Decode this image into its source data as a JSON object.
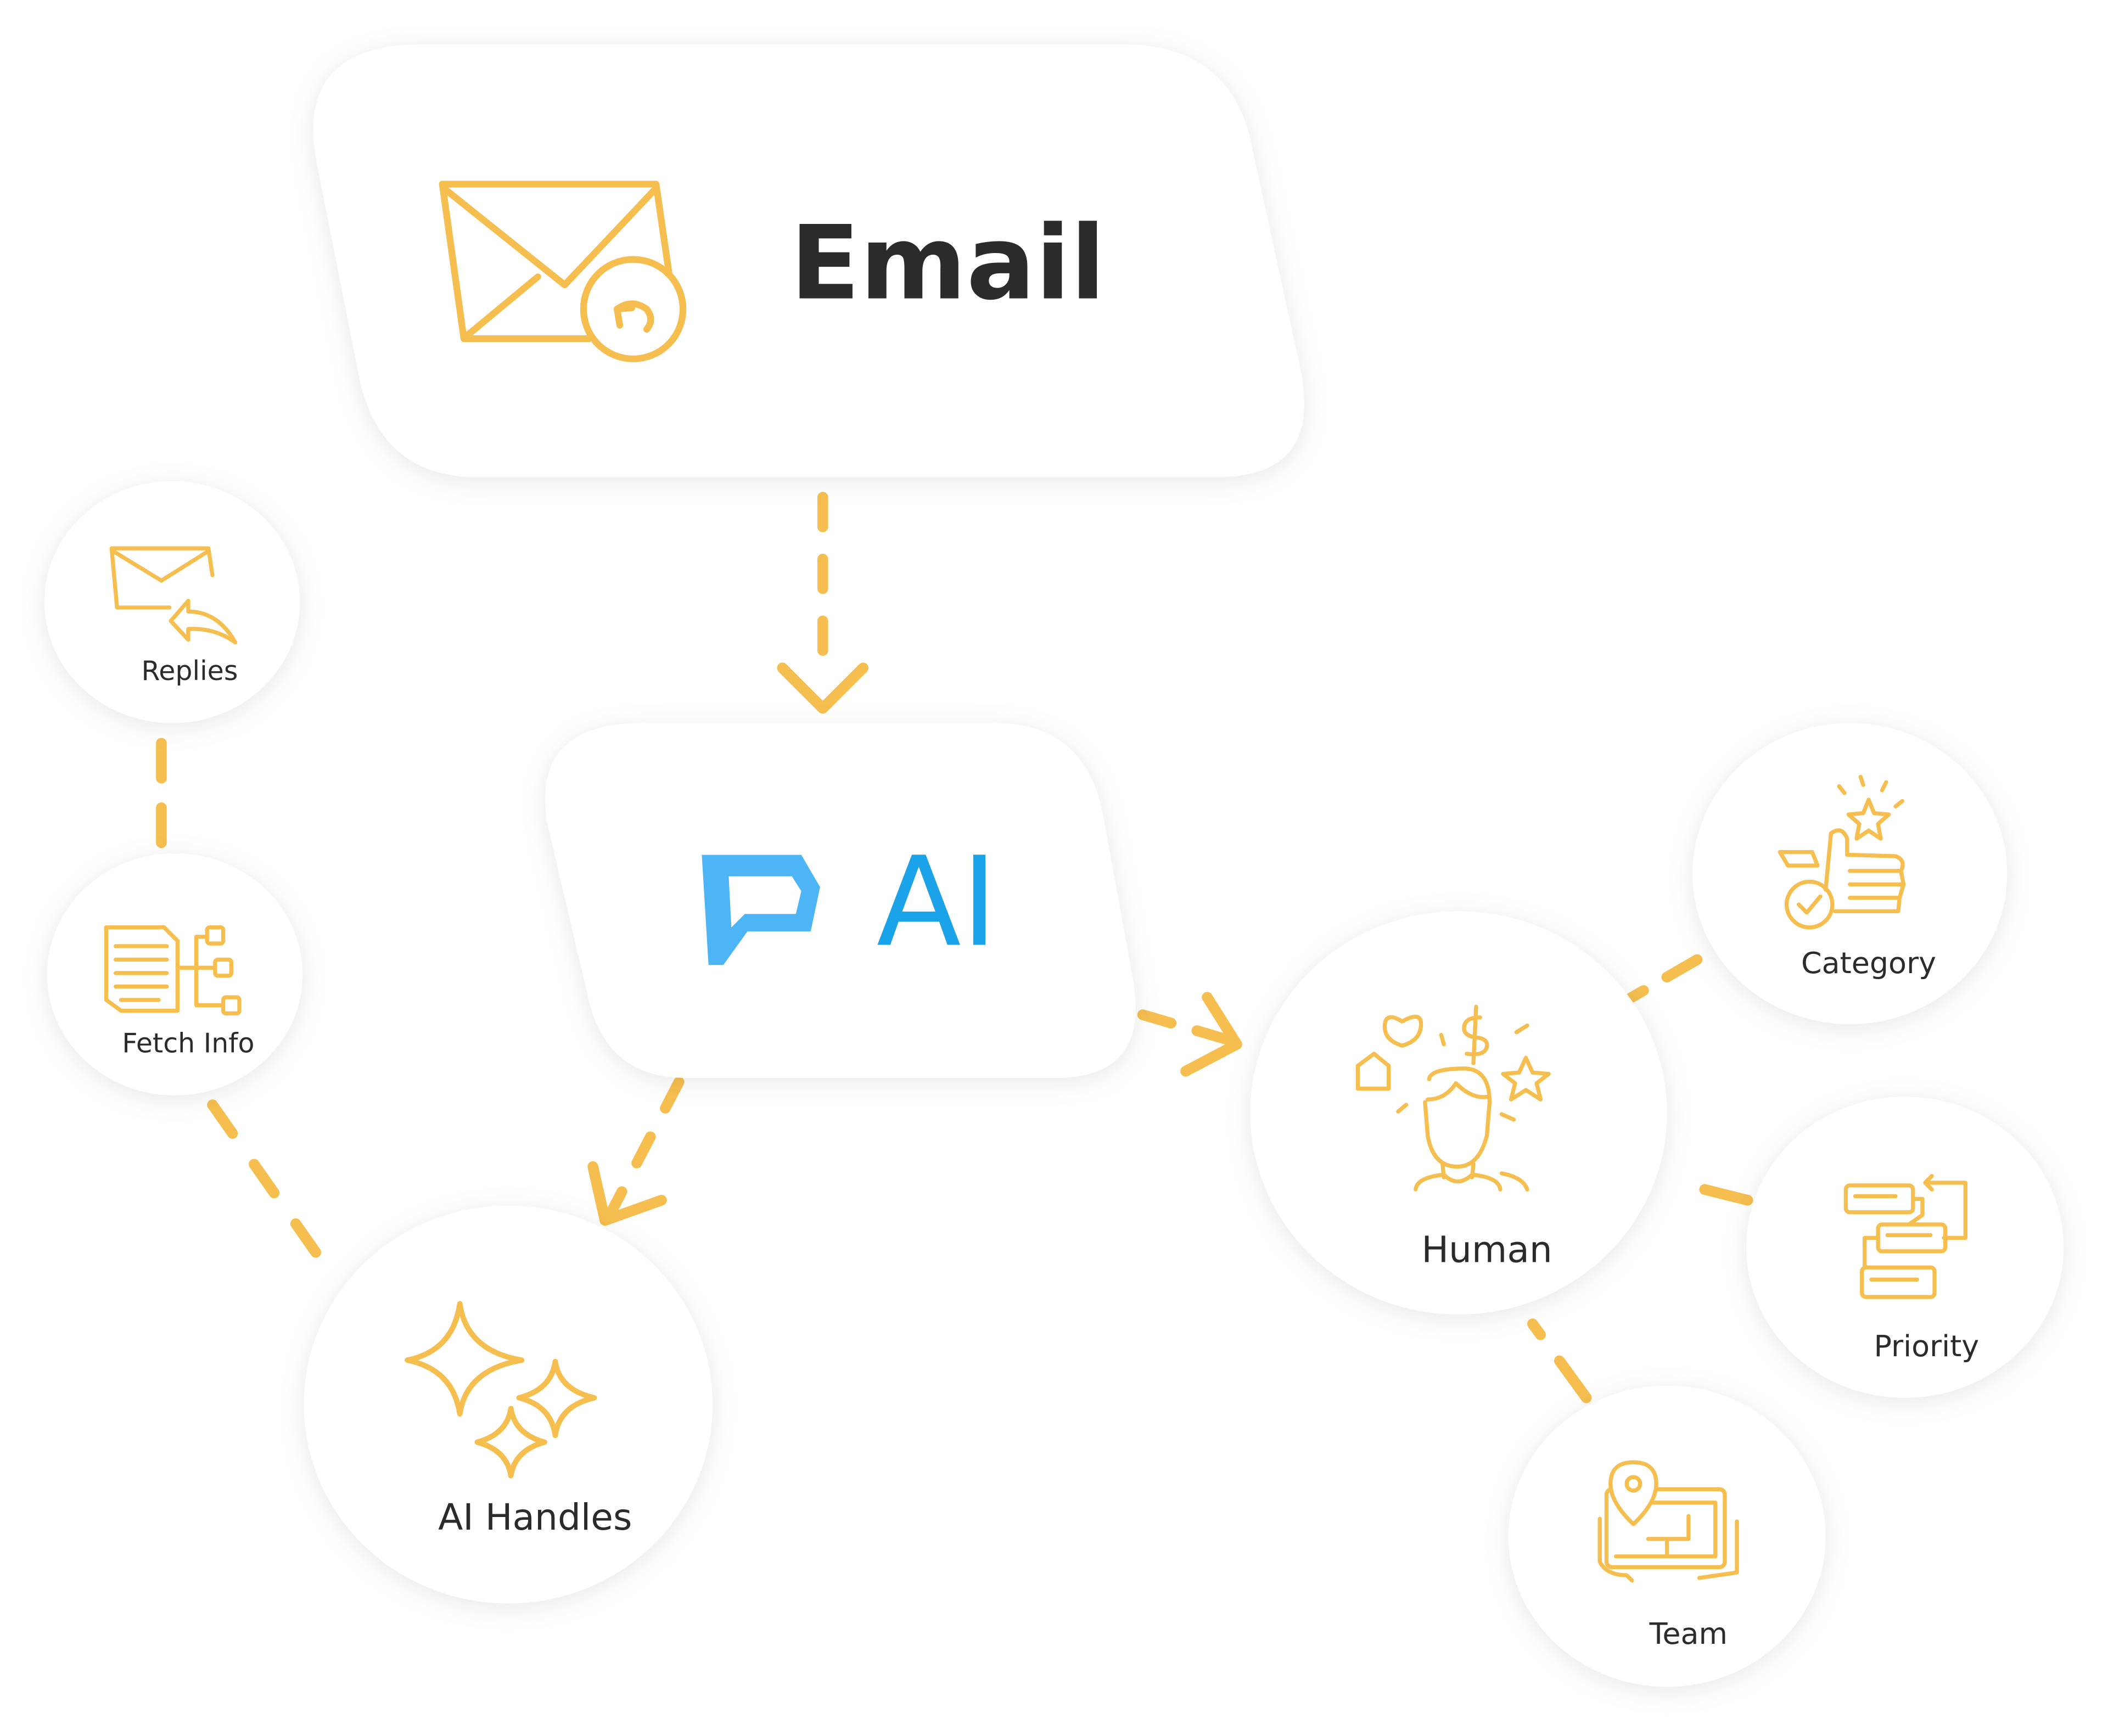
{
  "diagram": {
    "nodes": {
      "email": {
        "label": "Email",
        "icon": "envelope-reply-icon"
      },
      "ai": {
        "label": "AI",
        "icon": "chat-bubble-icon"
      },
      "replies": {
        "label": "Replies",
        "icon": "envelope-reply-arrow-icon"
      },
      "fetchinfo": {
        "label": "Fetch Info",
        "icon": "document-tree-icon"
      },
      "aihandles": {
        "label": "AI Handles",
        "icon": "sparkles-icon"
      },
      "human": {
        "label": "Human",
        "icon": "person-thoughts-icon"
      },
      "category": {
        "label": "Category",
        "icon": "thumbs-up-star-icon"
      },
      "priority": {
        "label": "Priority",
        "icon": "task-flow-icon"
      },
      "team": {
        "label": "Team",
        "icon": "map-pin-tablet-icon"
      }
    },
    "colors": {
      "accent": "#F6BE4F",
      "ai_blue": "#1AA3E8",
      "ai_icon_blue": "#4DB5F5",
      "text": "#2b2b2b",
      "node_fill": "#ffffff"
    },
    "edges": [
      {
        "from": "email",
        "to": "ai",
        "style": "dashed-arrow"
      },
      {
        "from": "ai",
        "to": "aihandles",
        "style": "dashed-arrow"
      },
      {
        "from": "ai",
        "to": "human",
        "style": "dashed-arrow"
      },
      {
        "from": "replies",
        "to": "fetchinfo",
        "style": "dashed"
      },
      {
        "from": "fetchinfo",
        "to": "aihandles",
        "style": "dashed"
      },
      {
        "from": "human",
        "to": "category",
        "style": "dashed"
      },
      {
        "from": "human",
        "to": "priority",
        "style": "dashed"
      },
      {
        "from": "human",
        "to": "team",
        "style": "dashed"
      }
    ]
  }
}
